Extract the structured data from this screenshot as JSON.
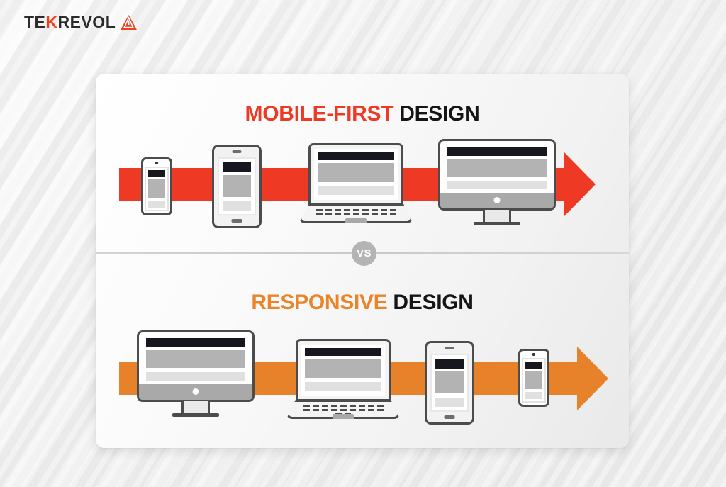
{
  "brand": {
    "logo_text_part1": "TE",
    "logo_text_accent": "K",
    "logo_text_part2": "REVOL",
    "logo_icon": "triangle-mark-icon",
    "colors": {
      "red": "#EE3A25",
      "orange": "#E8822A",
      "dark": "#2B2B2B",
      "vs_gray": "#B4B4B4"
    }
  },
  "card": {
    "sections": [
      {
        "id": "mobile-first",
        "heading_accent": "MOBILE-FIRST",
        "heading_dark": "DESIGN",
        "accent_color": "#EE3A25",
        "arrow_direction": "right",
        "devices": [
          "phone",
          "tablet",
          "laptop",
          "desktop"
        ],
        "device_order_note": "smallest to largest"
      },
      {
        "id": "responsive",
        "heading_accent": "RESPONSIVE",
        "heading_dark": "DESIGN",
        "accent_color": "#E8822A",
        "arrow_direction": "right",
        "devices": [
          "desktop",
          "laptop",
          "tablet",
          "phone"
        ],
        "device_order_note": "largest to smallest"
      }
    ],
    "divider_badge": "VS"
  }
}
